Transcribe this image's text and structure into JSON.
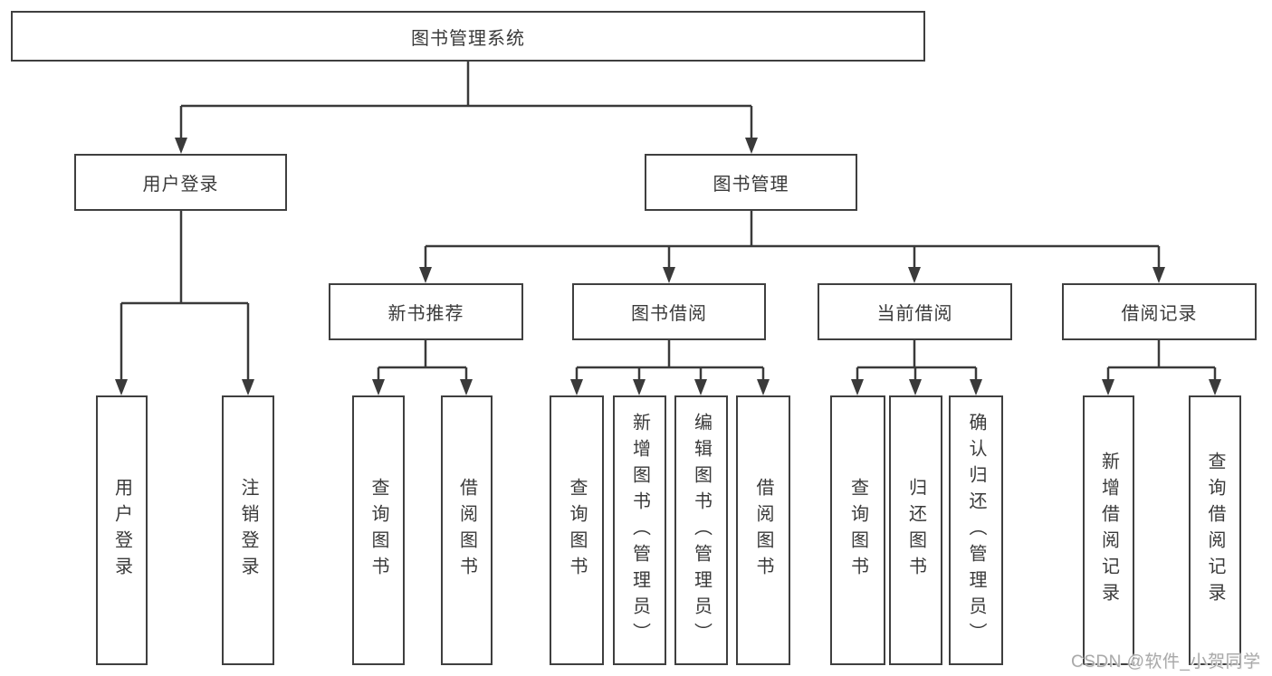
{
  "diagram": {
    "type": "hierarchy-tree",
    "colors": {
      "background": "#ffffff",
      "line": "#3a3a3a",
      "box_border": "#3f3f3f",
      "box_fill": "#ffffff",
      "text": "#3a3a3a",
      "watermark": "#a9a9a9"
    },
    "nodes": {
      "root": {
        "label": "图书管理系统"
      },
      "user_login": {
        "label": "用户登录"
      },
      "book_mgmt": {
        "label": "图书管理"
      },
      "new_book_rec": {
        "label": "新书推荐"
      },
      "book_borrow": {
        "label": "图书借阅"
      },
      "current_borrow": {
        "label": "当前借阅"
      },
      "borrow_records": {
        "label": "借阅记录"
      },
      "l_user_login": {
        "label": "用户登录"
      },
      "l_logout": {
        "label": "注销登录"
      },
      "l_query_book_1": {
        "label": "查询图书"
      },
      "l_borrow_book_1": {
        "label": "借阅图书"
      },
      "l_query_book_2": {
        "label": "查询图书"
      },
      "l_add_book": {
        "label": "新增图书（管理员）"
      },
      "l_edit_book": {
        "label": "编辑图书（管理员）"
      },
      "l_borrow_book_2": {
        "label": "借阅图书"
      },
      "l_query_book_3": {
        "label": "查询图书"
      },
      "l_return_book": {
        "label": "归还图书"
      },
      "l_confirm_return": {
        "label": "确认归还（管理员）"
      },
      "l_add_record": {
        "label": "新增借阅记录"
      },
      "l_query_record": {
        "label": "查询借阅记录"
      }
    },
    "hierarchy": {
      "root": [
        "user_login",
        "book_mgmt"
      ],
      "user_login": [
        "l_user_login",
        "l_logout"
      ],
      "book_mgmt": [
        "new_book_rec",
        "book_borrow",
        "current_borrow",
        "borrow_records"
      ],
      "new_book_rec": [
        "l_query_book_1",
        "l_borrow_book_1"
      ],
      "book_borrow": [
        "l_query_book_2",
        "l_add_book",
        "l_edit_book",
        "l_borrow_book_2"
      ],
      "current_borrow": [
        "l_query_book_3",
        "l_return_book",
        "l_confirm_return"
      ],
      "borrow_records": [
        "l_add_record",
        "l_query_record"
      ]
    },
    "watermark": {
      "text": "CSDN @软件_小贺同学"
    }
  }
}
